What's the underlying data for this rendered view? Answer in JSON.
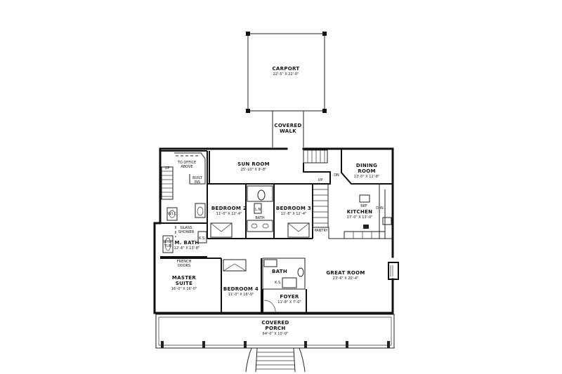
{
  "rooms": {
    "carport": {
      "name": "CARPORT",
      "dims": "22'-5\" X 22'-0\""
    },
    "covered_walk": {
      "name_line1": "COVERED",
      "name_line2": "WALK"
    },
    "sun_room": {
      "name": "SUN ROOM",
      "dims": "25'-10\" X 9'-8\""
    },
    "dining_room": {
      "name_line1": "DINING",
      "name_line2": "ROOM",
      "dims": "13'-0\" X 12'-8\""
    },
    "bedroom_2": {
      "name": "BEDROOM 2",
      "dims": "11'-0\" X 12'-4\""
    },
    "bedroom_3": {
      "name": "BEDROOM 3",
      "dims": "11'-8\" X 12'-4\""
    },
    "kitchen": {
      "name": "KITCHEN",
      "dims": "17'-0\" X 13'-0\""
    },
    "m_bath": {
      "name": "M. BATH",
      "dims": "12'-6\" X 13'-8\""
    },
    "master_suite": {
      "name_line1": "MASTER",
      "name_line2": "SUITE",
      "dims": "16'-0\" X 16'-0\""
    },
    "bedroom_4": {
      "name": "BEDROOM 4",
      "dims": "11'-0\" X 16'-0\""
    },
    "great_room": {
      "name": "GREAT ROOM",
      "dims": "23'-6\" X 20'-4\""
    },
    "foyer": {
      "name": "FOYER",
      "dims": "11'-8\" X 7'-0\""
    },
    "covered_porch": {
      "name_line1": "COVERED",
      "name_line2": "PORCH",
      "dims": "64'-0\" X 10'-0\""
    }
  },
  "labels": {
    "to_office_above_1": "TO OFFICE",
    "to_office_above_2": "ABOVE",
    "built_ins_1": "BUILT",
    "built_ins_2": "INS",
    "up_left": "UP",
    "up_center": "UP",
    "dn": "DN",
    "wic_left": "W.I.C.",
    "lin_bath": "L.N.",
    "bath_center": "BATH",
    "bath_lower": "BATH",
    "pantry": "PANTRY",
    "glass_shower_1": "GLASS",
    "glass_shower_2": "SHOWER",
    "whip_tub_1": "WHIP",
    "whip_tub_2": "TUB",
    "ks": "K.S.",
    "ks_lower": "K.S.",
    "french_doors_1": "FRENCH",
    "french_doors_2": "DOORS",
    "ref": "REF",
    "dw": "D.W."
  }
}
